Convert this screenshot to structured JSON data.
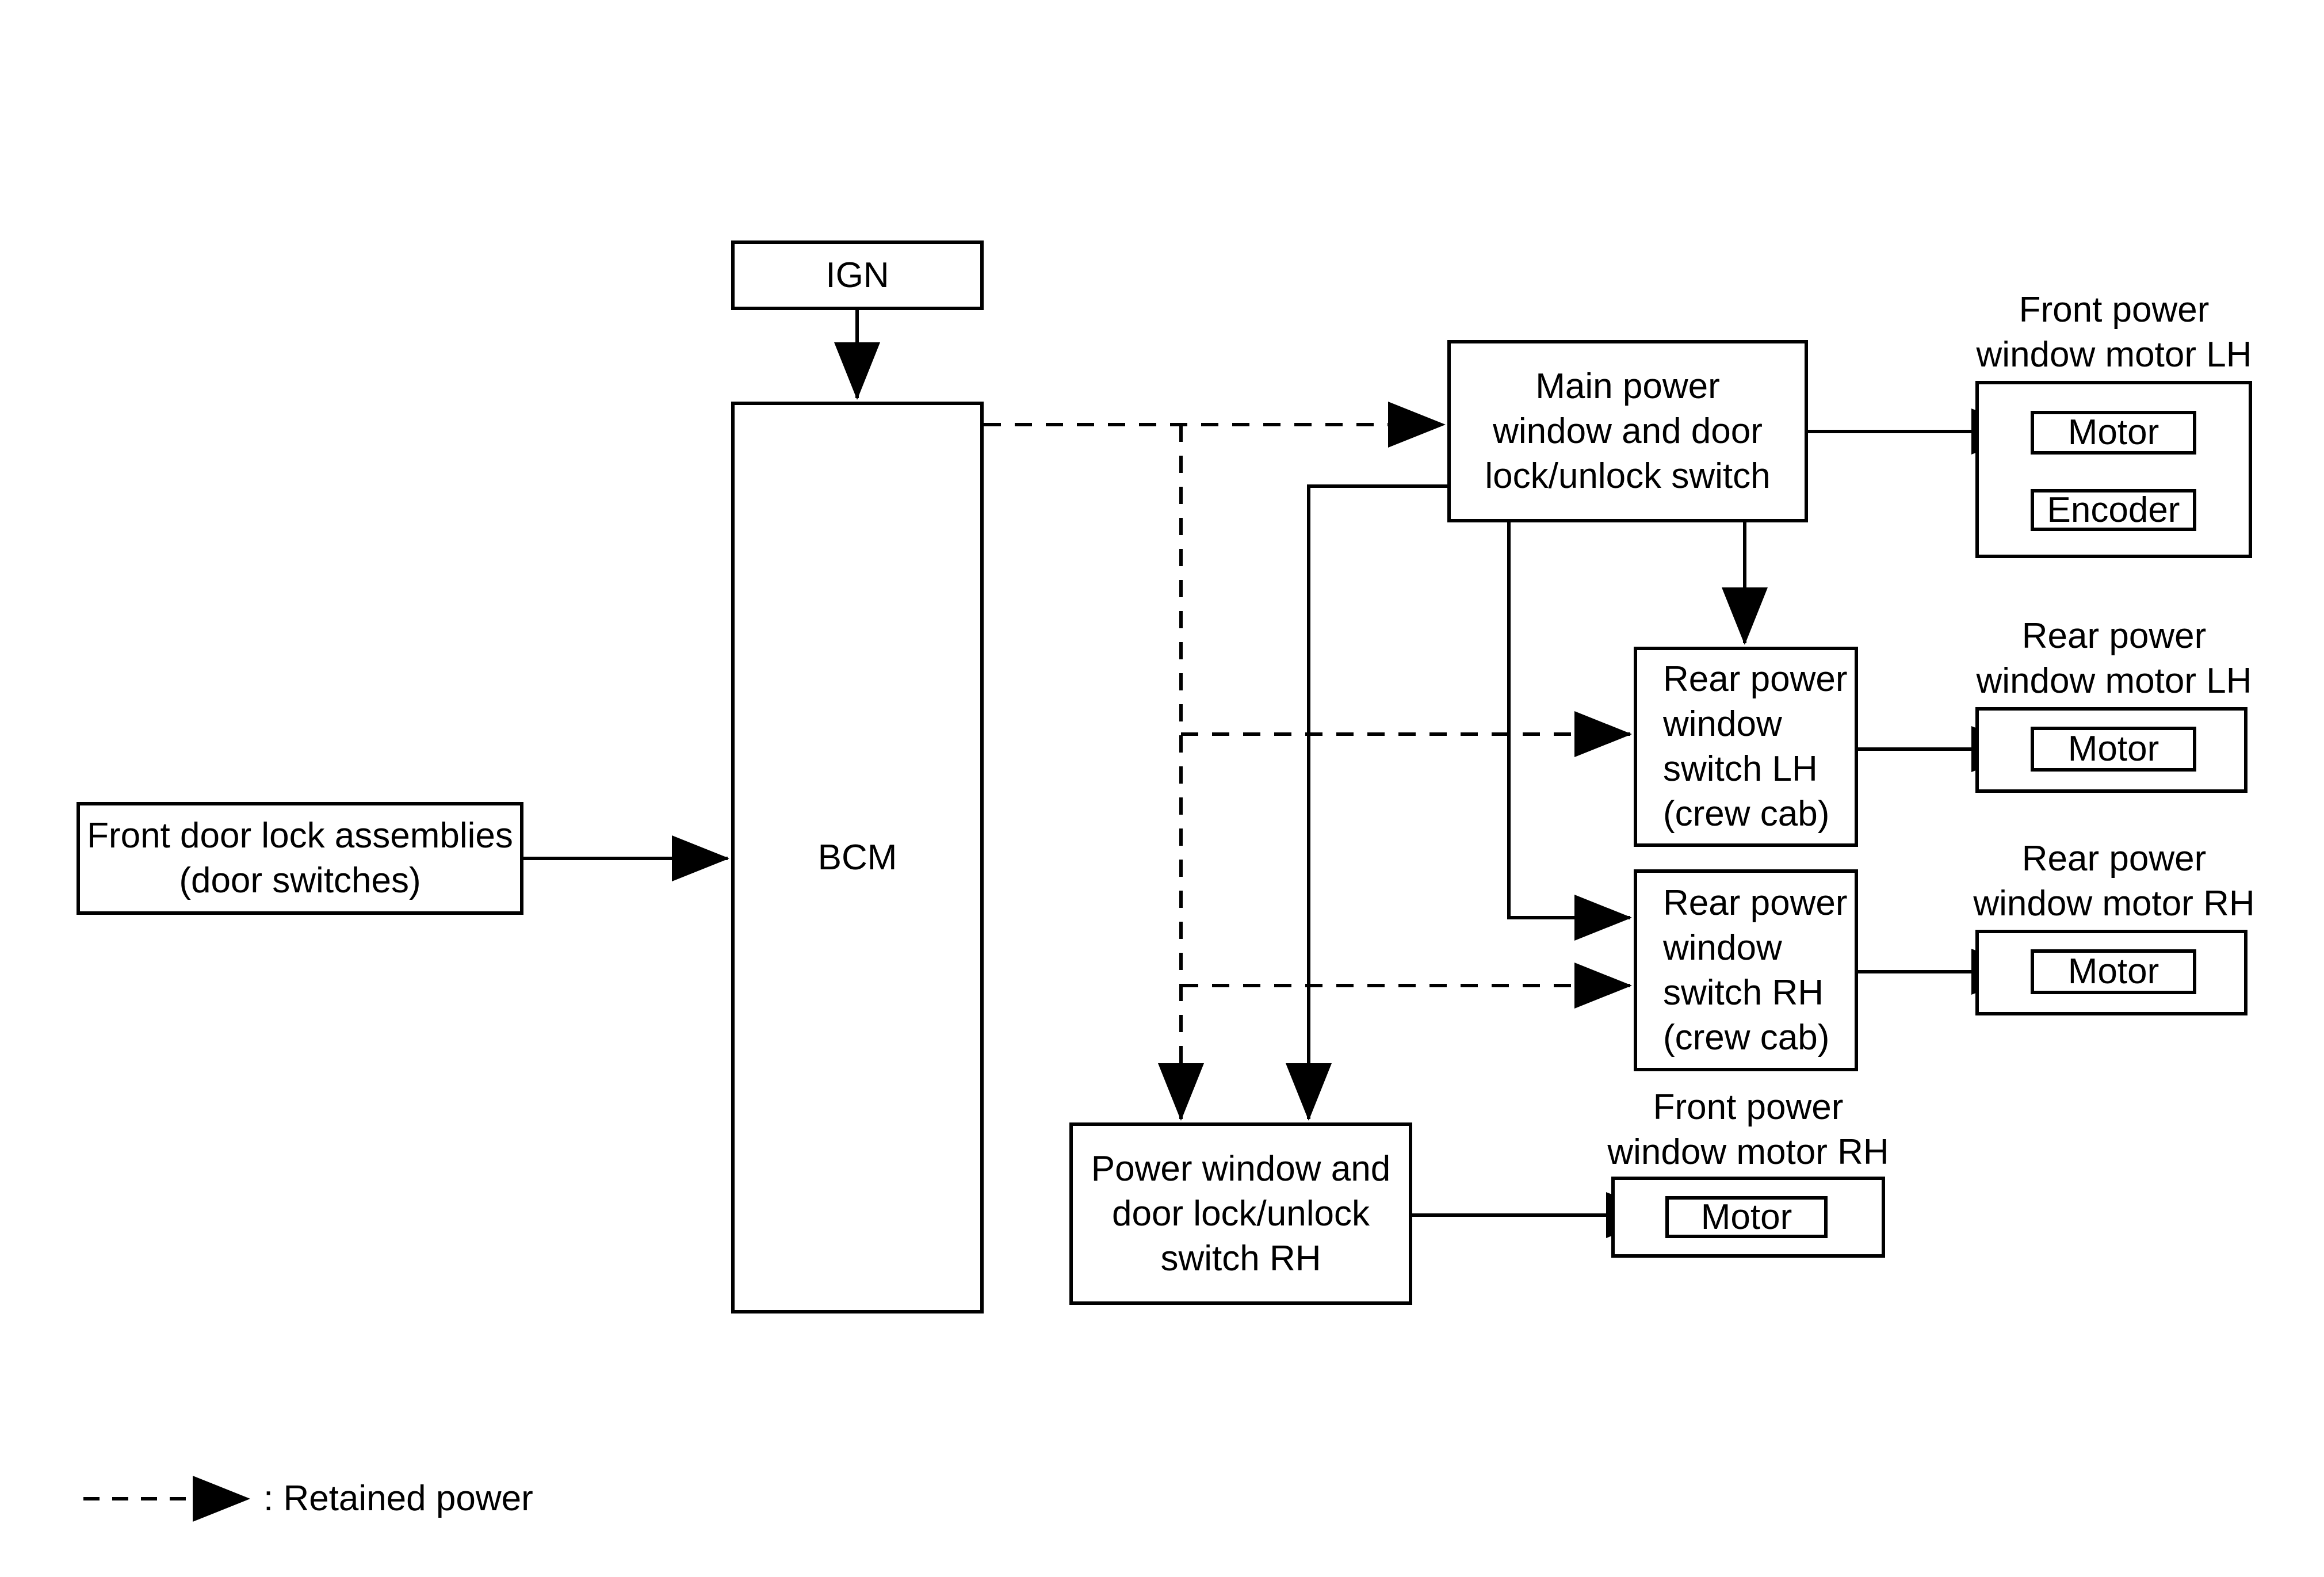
{
  "colors": {
    "ink": "#000000",
    "background": "#ffffff"
  },
  "nodes": {
    "ign": {
      "label": "IGN"
    },
    "bcm": {
      "label": "BCM"
    },
    "front_door_lock": {
      "label": "Front door lock assemblies\n(door switches)"
    },
    "main_switch": {
      "label": "Main power\nwindow and door\nlock/unlock switch"
    },
    "front_motor_lh": {
      "title": "Front power\nwindow motor LH",
      "motor_label": "Motor",
      "encoder_label": "Encoder"
    },
    "rear_switch_lh": {
      "label": "Rear power\nwindow\nswitch LH\n(crew cab)"
    },
    "rear_motor_lh": {
      "title": "Rear power\nwindow motor LH",
      "motor_label": "Motor"
    },
    "rear_switch_rh": {
      "label": "Rear power\nwindow\nswitch RH\n(crew cab)"
    },
    "rear_motor_rh": {
      "title": "Rear power\nwindow motor RH",
      "motor_label": "Motor"
    },
    "pw_switch_rh": {
      "label": "Power window and\ndoor lock/unlock\nswitch RH"
    },
    "front_motor_rh": {
      "title": "Front power\nwindow motor RH",
      "motor_label": "Motor"
    }
  },
  "legend": {
    "label": ": Retained power",
    "dashed_line_meaning": "Retained power"
  }
}
